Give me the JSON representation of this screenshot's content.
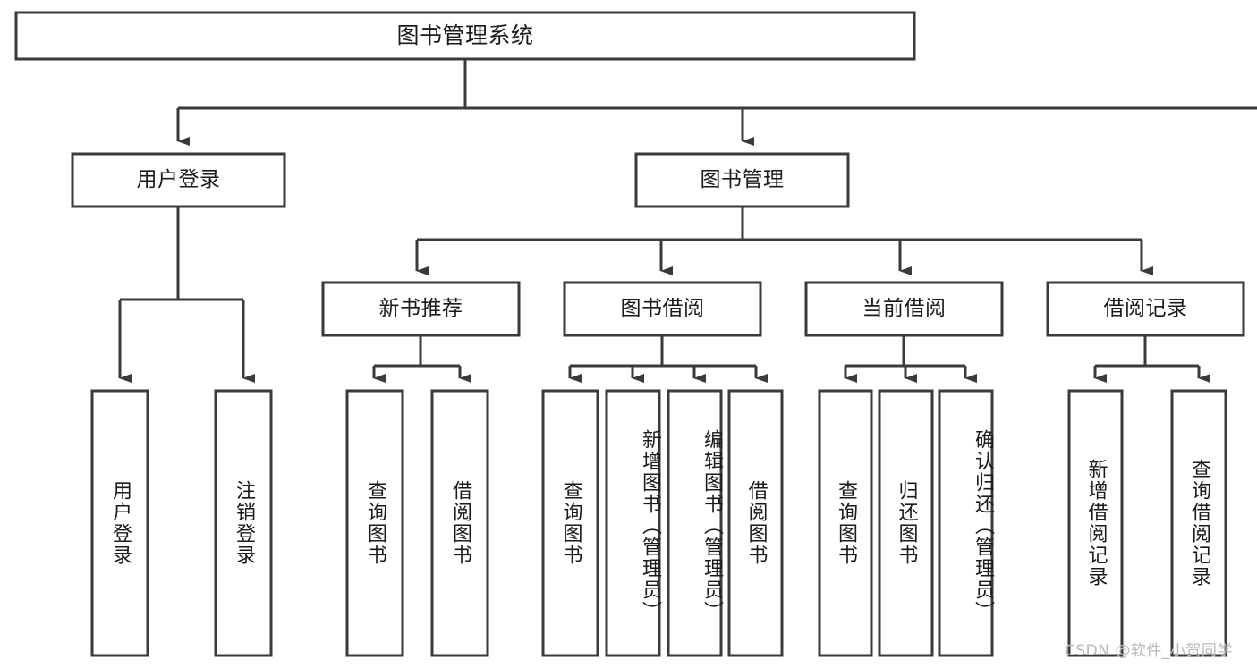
{
  "diagram": {
    "type": "tree-hierarchy",
    "title": "图书管理系统",
    "watermark": "CSDN @软件_小贺同学",
    "colors": {
      "stroke": "#3a3a3a",
      "box_fill": "#ffffff",
      "text": "#1a1a1a",
      "watermark": "#b9b9b9",
      "background": "#ffffff"
    },
    "levels": {
      "root": {
        "label": "图书管理系统"
      },
      "level2": [
        {
          "id": "user-login",
          "label": "用户登录"
        },
        {
          "id": "book-management",
          "label": "图书管理"
        }
      ],
      "level3": [
        {
          "id": "new-book-recommend",
          "label": "新书推荐"
        },
        {
          "id": "book-borrow",
          "label": "图书借阅"
        },
        {
          "id": "current-borrow",
          "label": "当前借阅"
        },
        {
          "id": "borrow-record",
          "label": "借阅记录"
        }
      ],
      "leaves": {
        "user_login": [
          {
            "id": "leaf-user-login",
            "label": "用户登录"
          },
          {
            "id": "leaf-logout",
            "label": "注销登录"
          }
        ],
        "new_book_recommend": [
          {
            "id": "leaf-query-book-1",
            "label": "查询图书"
          },
          {
            "id": "leaf-borrow-book-1",
            "label": "借阅图书"
          }
        ],
        "book_borrow": [
          {
            "id": "leaf-query-book-2",
            "label": "查询图书"
          },
          {
            "id": "leaf-add-book",
            "label": "新增图书（管理员）"
          },
          {
            "id": "leaf-edit-book",
            "label": "编辑图书（管理员）"
          },
          {
            "id": "leaf-borrow-book-2",
            "label": "借阅图书"
          }
        ],
        "current_borrow": [
          {
            "id": "leaf-query-book-3",
            "label": "查询图书"
          },
          {
            "id": "leaf-return-book",
            "label": "归还图书"
          },
          {
            "id": "leaf-confirm-return",
            "label": "确认归还（管理员）"
          }
        ],
        "borrow_record": [
          {
            "id": "leaf-add-record",
            "label": "新增借阅记录"
          },
          {
            "id": "leaf-query-record",
            "label": "查询借阅记录"
          }
        ]
      }
    }
  }
}
